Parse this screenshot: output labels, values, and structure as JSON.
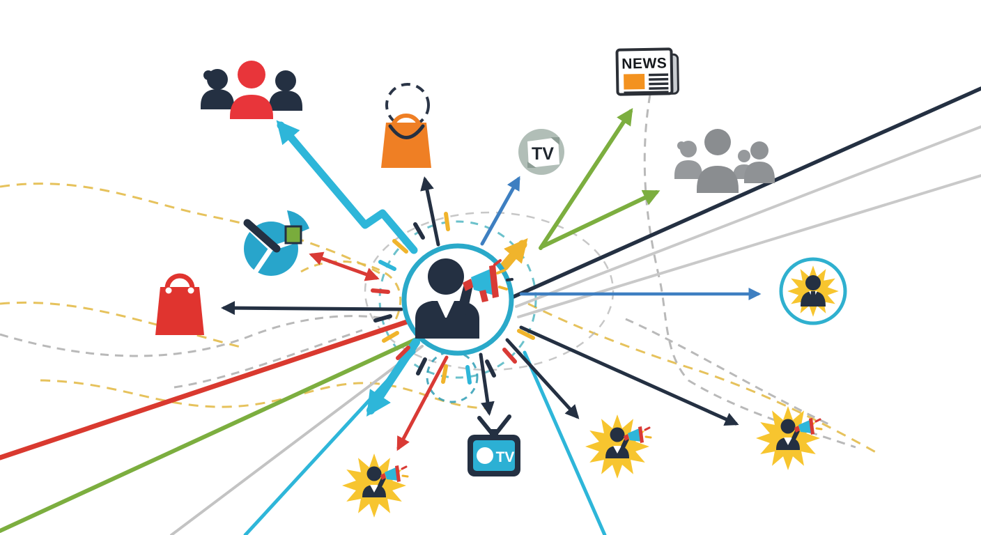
{
  "diagram": {
    "description": "Flat illustration of a spokesperson with a megaphone in a circular hub broadcasting outward, with arrows and lines radiating to marketing channels and audiences",
    "labels": {
      "tv_badge": "TV",
      "news_masthead": "NEWS",
      "tv_set": "TV"
    },
    "palette": {
      "cyan": "#2eb6d9",
      "hub_ring": "#2aa9c9",
      "navy": "#243042",
      "red": "#d93a35",
      "bright_red": "#e8353a",
      "orange": "#ef7f24",
      "news_orange": "#f3921f",
      "gold": "#f0b42c",
      "star_yellow": "#f7c52f",
      "green": "#7cae3f",
      "blue": "#3e7fc1",
      "gray_line": "#c9c9c9",
      "gray_people": "#8f9295",
      "sage_badge": "#a8b7af",
      "dash_yellow": "#e3bb4a",
      "dash_gray": "#b9b9b9",
      "dash_teal": "#3aacba"
    },
    "nodes": [
      {
        "id": "spokesperson-hub",
        "type": "person-with-megaphone-in-circle"
      },
      {
        "id": "audience-trio",
        "type": "people-group-red-center"
      },
      {
        "id": "orange-shopping-bag",
        "type": "shopping-bag"
      },
      {
        "id": "tv-channel-badge",
        "type": "circular-tv-badge"
      },
      {
        "id": "newspaper",
        "type": "news-icon"
      },
      {
        "id": "gray-audience-crowd",
        "type": "people-group"
      },
      {
        "id": "pie-chart",
        "type": "pie-chart-with-pulled-slice"
      },
      {
        "id": "red-shopping-bag",
        "type": "shopping-bag"
      },
      {
        "id": "featured-promoter-circle",
        "type": "starburst-person-in-circle"
      },
      {
        "id": "tv-set",
        "type": "television"
      },
      {
        "id": "promo-burst-1",
        "type": "starburst-person-megaphone"
      },
      {
        "id": "promo-burst-2",
        "type": "starburst-person-megaphone"
      },
      {
        "id": "promo-burst-3",
        "type": "starburst-person-megaphone"
      }
    ]
  }
}
